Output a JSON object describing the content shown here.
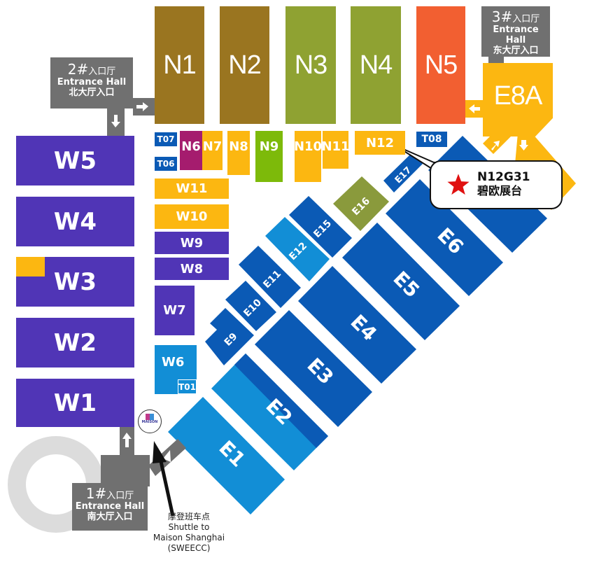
{
  "colors": {
    "north_brown": "#9a7520",
    "north_olive": "#8fa232",
    "n5_orange": "#f25f31",
    "yellow": "#fcb711",
    "purple": "#5035b6",
    "magenta": "#a51c6e",
    "lime": "#7dba0a",
    "blue_dark": "#0b5ab5",
    "blue_light": "#128ed6",
    "olive_e16": "#8a9a3c",
    "gray": "#707070",
    "star_red": "#e01010"
  },
  "north_halls": [
    {
      "label": "N1"
    },
    {
      "label": "N2"
    },
    {
      "label": "N3"
    },
    {
      "label": "N4"
    },
    {
      "label": "N5"
    }
  ],
  "small_north_halls": {
    "t07": "T07",
    "t06": "T06",
    "n6": "N6",
    "n7": "N7",
    "n8": "N8",
    "n9": "N9",
    "n10": "N10",
    "n11": "N11",
    "n12": "N12",
    "t08": "T08"
  },
  "west_halls": [
    {
      "label": "W5"
    },
    {
      "label": "W4"
    },
    {
      "label": "W3"
    },
    {
      "label": "W2"
    },
    {
      "label": "W1"
    }
  ],
  "middle_west_halls": {
    "w11": "W11",
    "w10": "W10",
    "w9": "W9",
    "w8": "W8",
    "w7": "W7",
    "w6": "W6",
    "t01": "T01"
  },
  "east_halls": {
    "e1": "E1",
    "e2": "E2",
    "e3": "E3",
    "e4": "E4",
    "e5": "E5",
    "e6": "E6",
    "e8a": "E8A",
    "e9": "E9",
    "e10": "E10",
    "e11": "E11",
    "e12": "E12",
    "e15": "E15",
    "e16": "E16",
    "e17": "E17"
  },
  "entrances": {
    "north": {
      "num": "2#",
      "zh_title": "入口厅",
      "en": "Entrance Hall",
      "zh": "北大厅入口"
    },
    "east": {
      "num": "3#",
      "zh_title": "入口厅",
      "en": "Entrance Hall",
      "zh": "东大厅入口"
    },
    "south": {
      "num": "1#",
      "zh_title": "入口厅",
      "en": "Entrance Hall",
      "zh": "南大厅入口"
    }
  },
  "callout": {
    "booth": "N12G31",
    "booth_zh": "碧欧展台",
    "icon": "star-icon"
  },
  "shuttle": {
    "zh": "摩登班车点",
    "line1": "Shuttle to",
    "line2": "Maison Shanghai",
    "line3": "(SWEECC)",
    "logo_text": "MAISON"
  }
}
